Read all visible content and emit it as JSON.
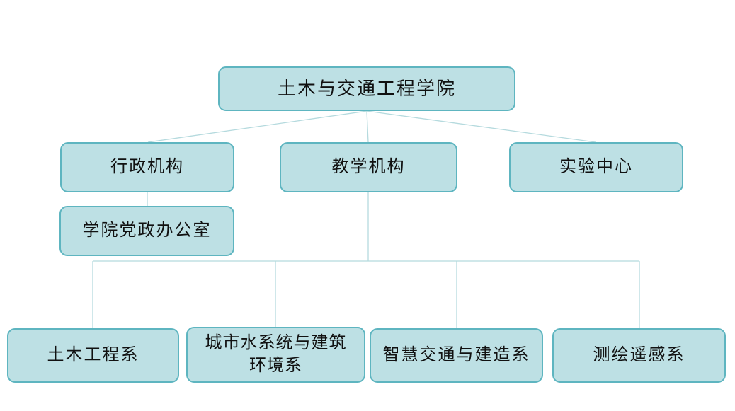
{
  "org_chart": {
    "type": "organization-chart",
    "root": {
      "label": "土木与交通工程学院"
    },
    "level2": [
      {
        "id": "admin",
        "label": "行政机构"
      },
      {
        "id": "teaching",
        "label": "教学机构"
      },
      {
        "id": "lab",
        "label": "实验中心"
      }
    ],
    "admin_children": [
      {
        "label": "学院党政办公室"
      }
    ],
    "teaching_children": [
      {
        "label": "土木工程系"
      },
      {
        "label": "城市水系统与建筑环境系"
      },
      {
        "label": "智慧交通与建造系"
      },
      {
        "label": "测绘遥感系"
      }
    ],
    "colors": {
      "node_fill": "#bde0e4",
      "node_border": "#5eb5c0",
      "connector": "#b5dade",
      "text": "#111111",
      "background": "#ffffff"
    }
  }
}
